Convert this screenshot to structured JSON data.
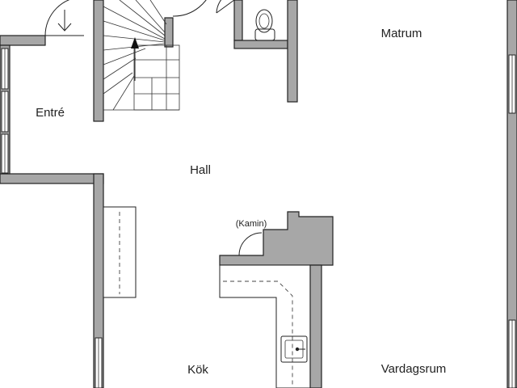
{
  "rooms": {
    "matrum": "Matrum",
    "entre": "Entré",
    "hall": "Hall",
    "kok": "Kök",
    "vardagsrum": "Vardagsrum",
    "wc": "WC"
  },
  "fixtures": {
    "kamin": "(Kamin)"
  },
  "colors": {
    "wall": "#a7a7a7",
    "line": "#222222",
    "background": "#ffffff"
  }
}
